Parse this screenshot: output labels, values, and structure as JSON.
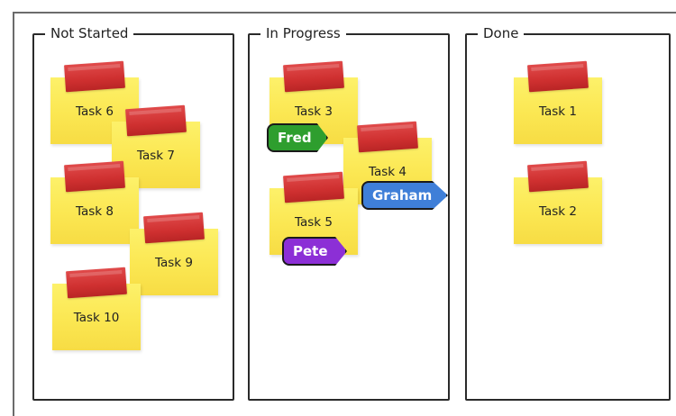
{
  "board": {
    "columns": [
      {
        "title": "Not Started",
        "notes": [
          {
            "label": "Task 6"
          },
          {
            "label": "Task 7"
          },
          {
            "label": "Task 8"
          },
          {
            "label": "Task 9"
          },
          {
            "label": "Task 10"
          }
        ]
      },
      {
        "title": "In Progress",
        "notes": [
          {
            "label": "Task 3"
          },
          {
            "label": "Task 4"
          },
          {
            "label": "Task 5"
          }
        ],
        "tags": [
          {
            "name": "Fred",
            "color": "#2e9e2e"
          },
          {
            "name": "Graham",
            "color": "#3f7fd8"
          },
          {
            "name": "Pete",
            "color": "#8c2fd6"
          }
        ]
      },
      {
        "title": "Done",
        "notes": [
          {
            "label": "Task 1"
          },
          {
            "label": "Task 2"
          }
        ]
      }
    ]
  },
  "colors": {
    "note_yellow": "#fbe752",
    "tape_red": "#cf3030",
    "border": "#2a2a2a"
  }
}
